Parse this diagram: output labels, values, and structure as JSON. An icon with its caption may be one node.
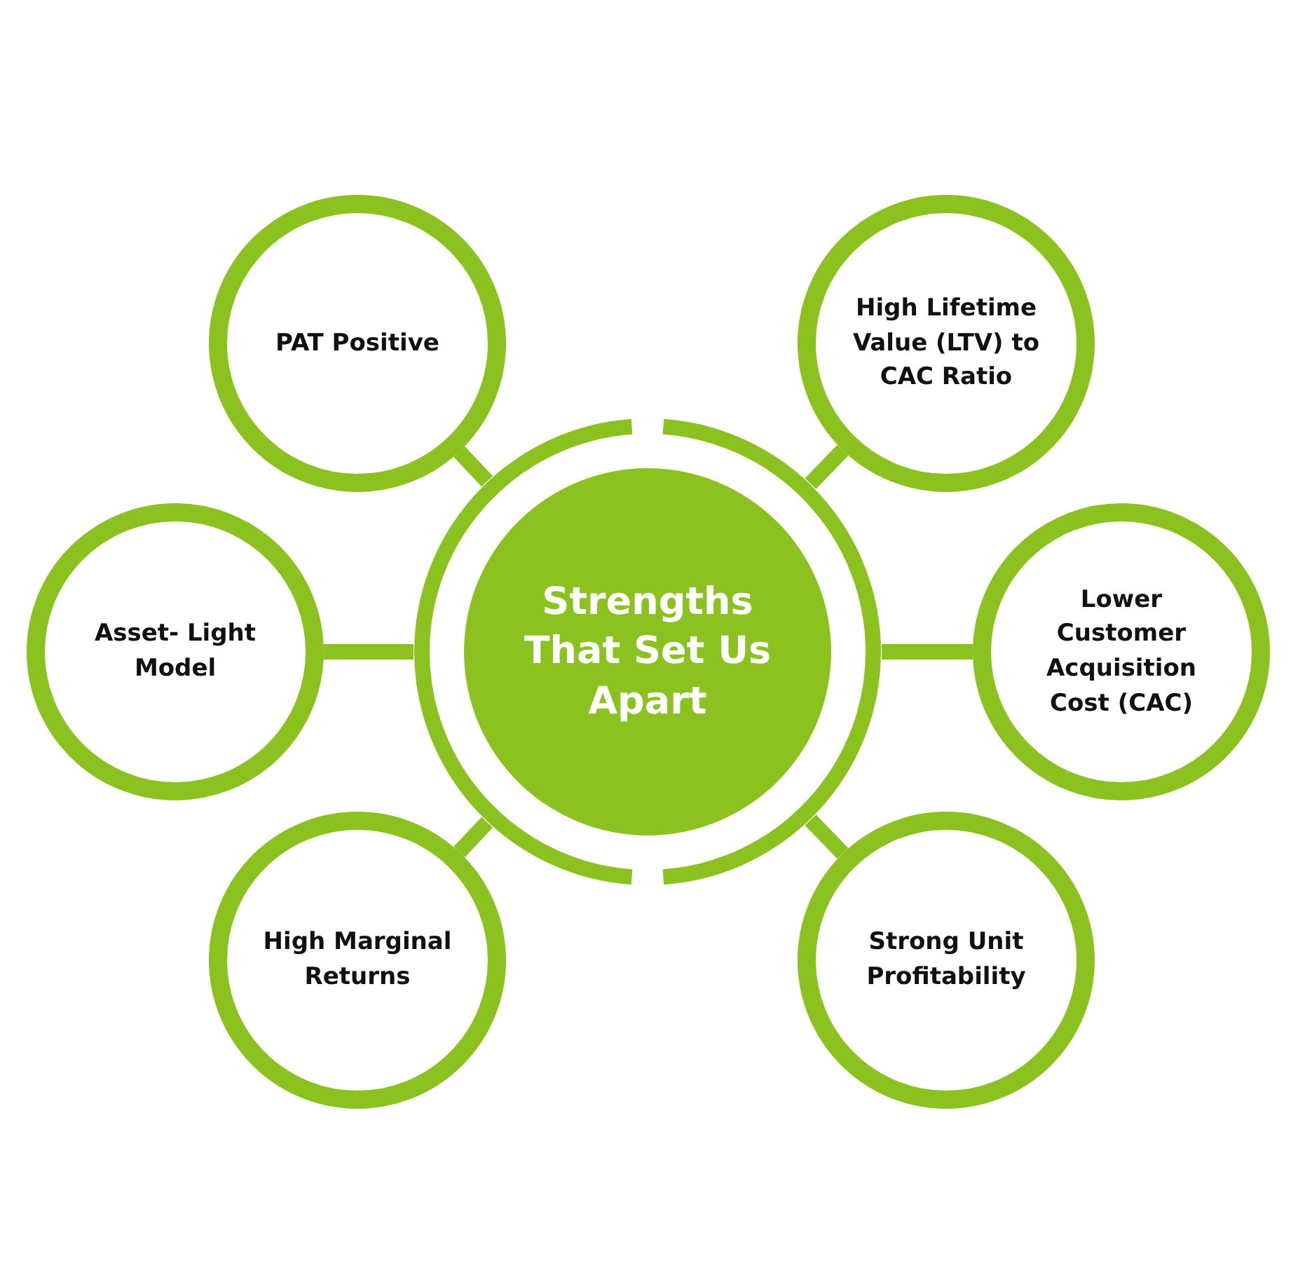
{
  "diagram": {
    "nodes": [
      {
        "text": [
          "Strengths That Set Us Apart"
        ]
      },
      {
        "text": [
          "PAT Positive"
        ]
      },
      {
        "text": [
          "High Lifetime Value (LTV) to CAC Ratio"
        ]
      },
      {
        "text": [
          "Asset- Light Model"
        ]
      },
      {
        "text": [
          "Lower Customer Acquisition Cost (CAC)"
        ]
      },
      {
        "text": [
          "High Marginal Returns"
        ]
      },
      {
        "text": [
          "Strong Unit Profitability"
        ]
      }
    ],
    "edges": [
      {
        "from": 0,
        "to": 1,
        "arrow": "none"
      },
      {
        "from": 0,
        "to": 2,
        "arrow": "none"
      },
      {
        "from": 0,
        "to": 3,
        "arrow": "none"
      },
      {
        "from": 0,
        "to": 4,
        "arrow": "none"
      },
      {
        "from": 0,
        "to": 5,
        "arrow": "none"
      },
      {
        "from": 0,
        "to": 6,
        "arrow": "none"
      }
    ]
  }
}
